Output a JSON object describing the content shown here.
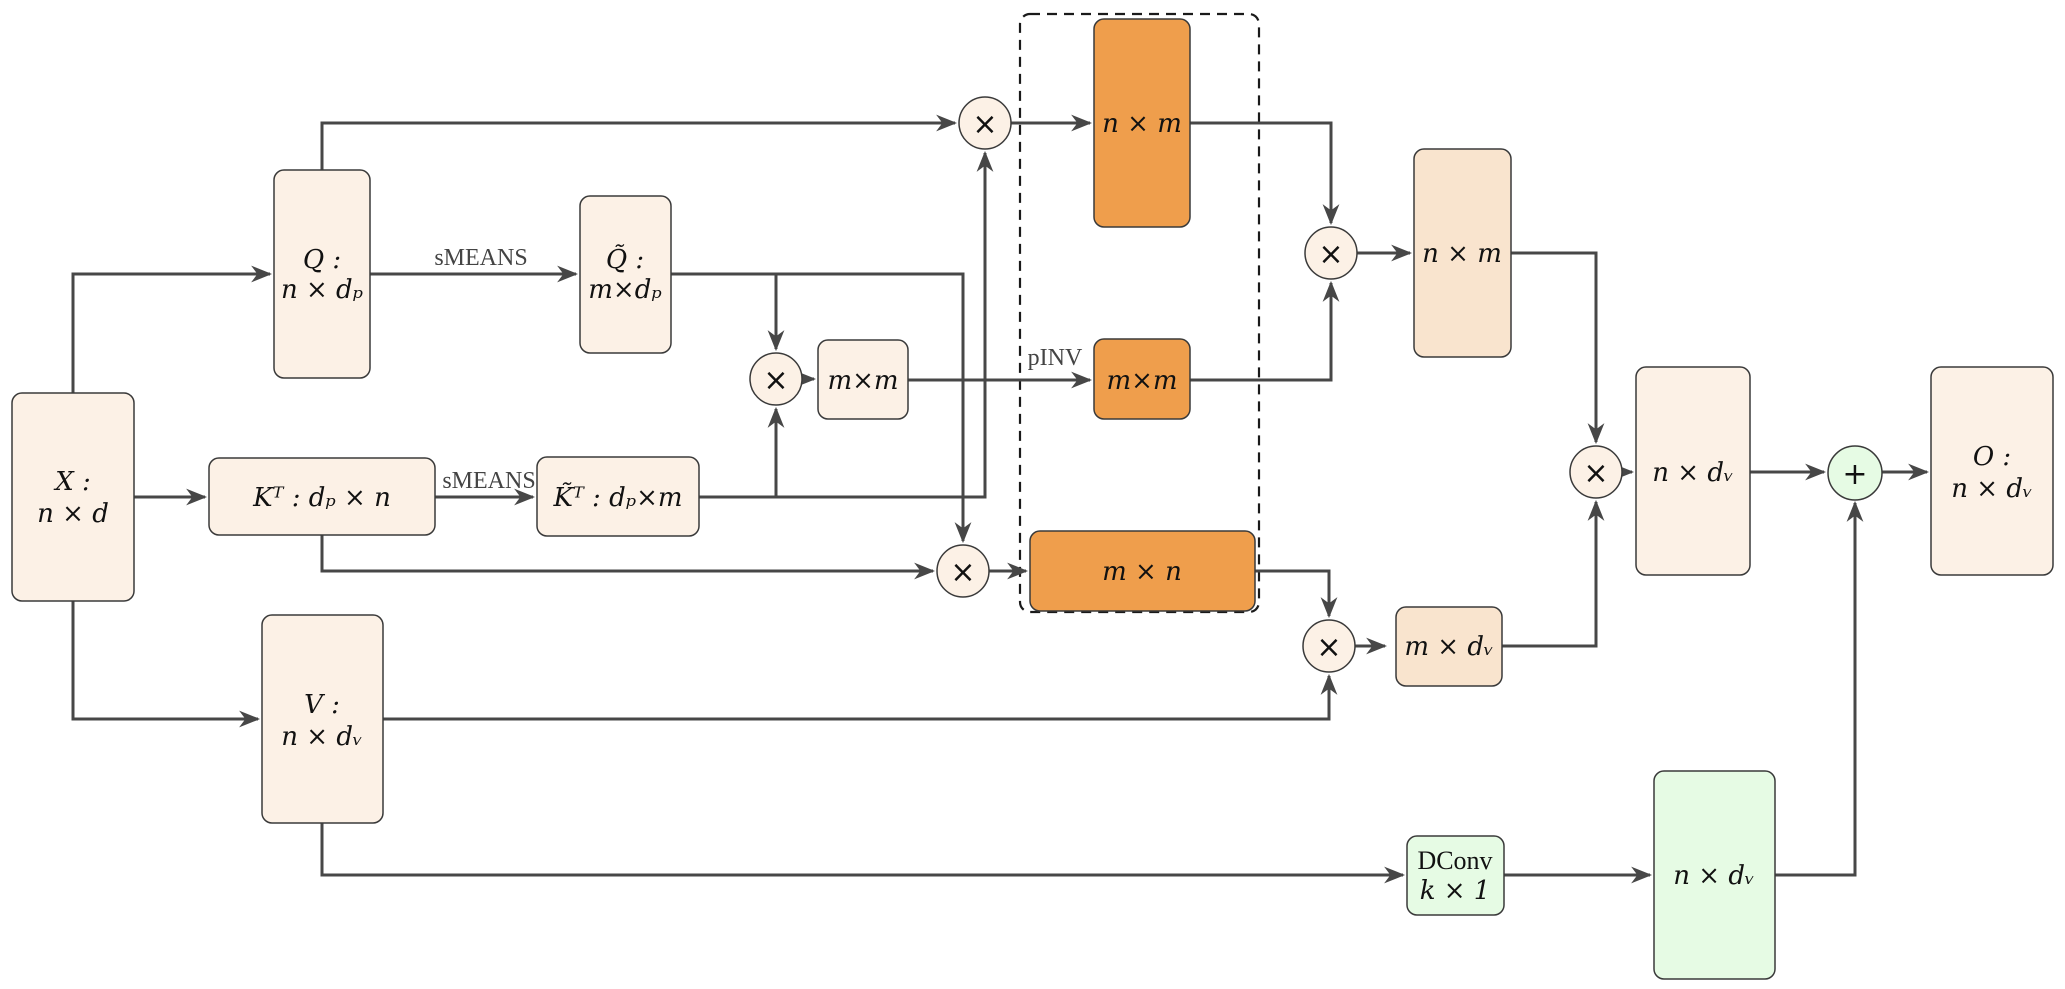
{
  "diagram": {
    "colors": {
      "peach": "#FCF1E6",
      "peach_dark": "#F9E4CE",
      "orange": "#EF9E4C",
      "green": "#E6FBE4",
      "wire": "#474747"
    },
    "nodes": {
      "x": {
        "name": "X :",
        "dims": "n × d"
      },
      "q": {
        "name": "Q :",
        "dims": "n × dₚ"
      },
      "kt": {
        "label": "Kᵀ : dₚ × n"
      },
      "v": {
        "name": "V :",
        "dims": "n × dᵥ"
      },
      "q_tilde": {
        "name": "Q̃ :",
        "dims": "m×dₚ"
      },
      "kt_tilde": {
        "label": "K̃ᵀ : dₚ×m"
      },
      "mm_light": {
        "label": "m×m"
      },
      "nm_orange": {
        "label": "n × m"
      },
      "mm_orange": {
        "label": "m×m"
      },
      "mn_orange": {
        "label": "m × n"
      },
      "nm_result": {
        "label": "n × m"
      },
      "mdv_result": {
        "label": "m × dᵥ"
      },
      "ndv_result": {
        "label": "n × dᵥ"
      },
      "dconv": {
        "name": "DConv",
        "dims": "k × 1"
      },
      "ndv_conv": {
        "label": "n × dᵥ"
      },
      "o": {
        "name": "O :",
        "dims": "n × dᵥ"
      }
    },
    "operators": {
      "multiply": "×",
      "add": "+"
    },
    "edge_labels": {
      "smeans_q": "sMEANS",
      "smeans_k": "sMEANS",
      "pinv": "pINV"
    }
  }
}
